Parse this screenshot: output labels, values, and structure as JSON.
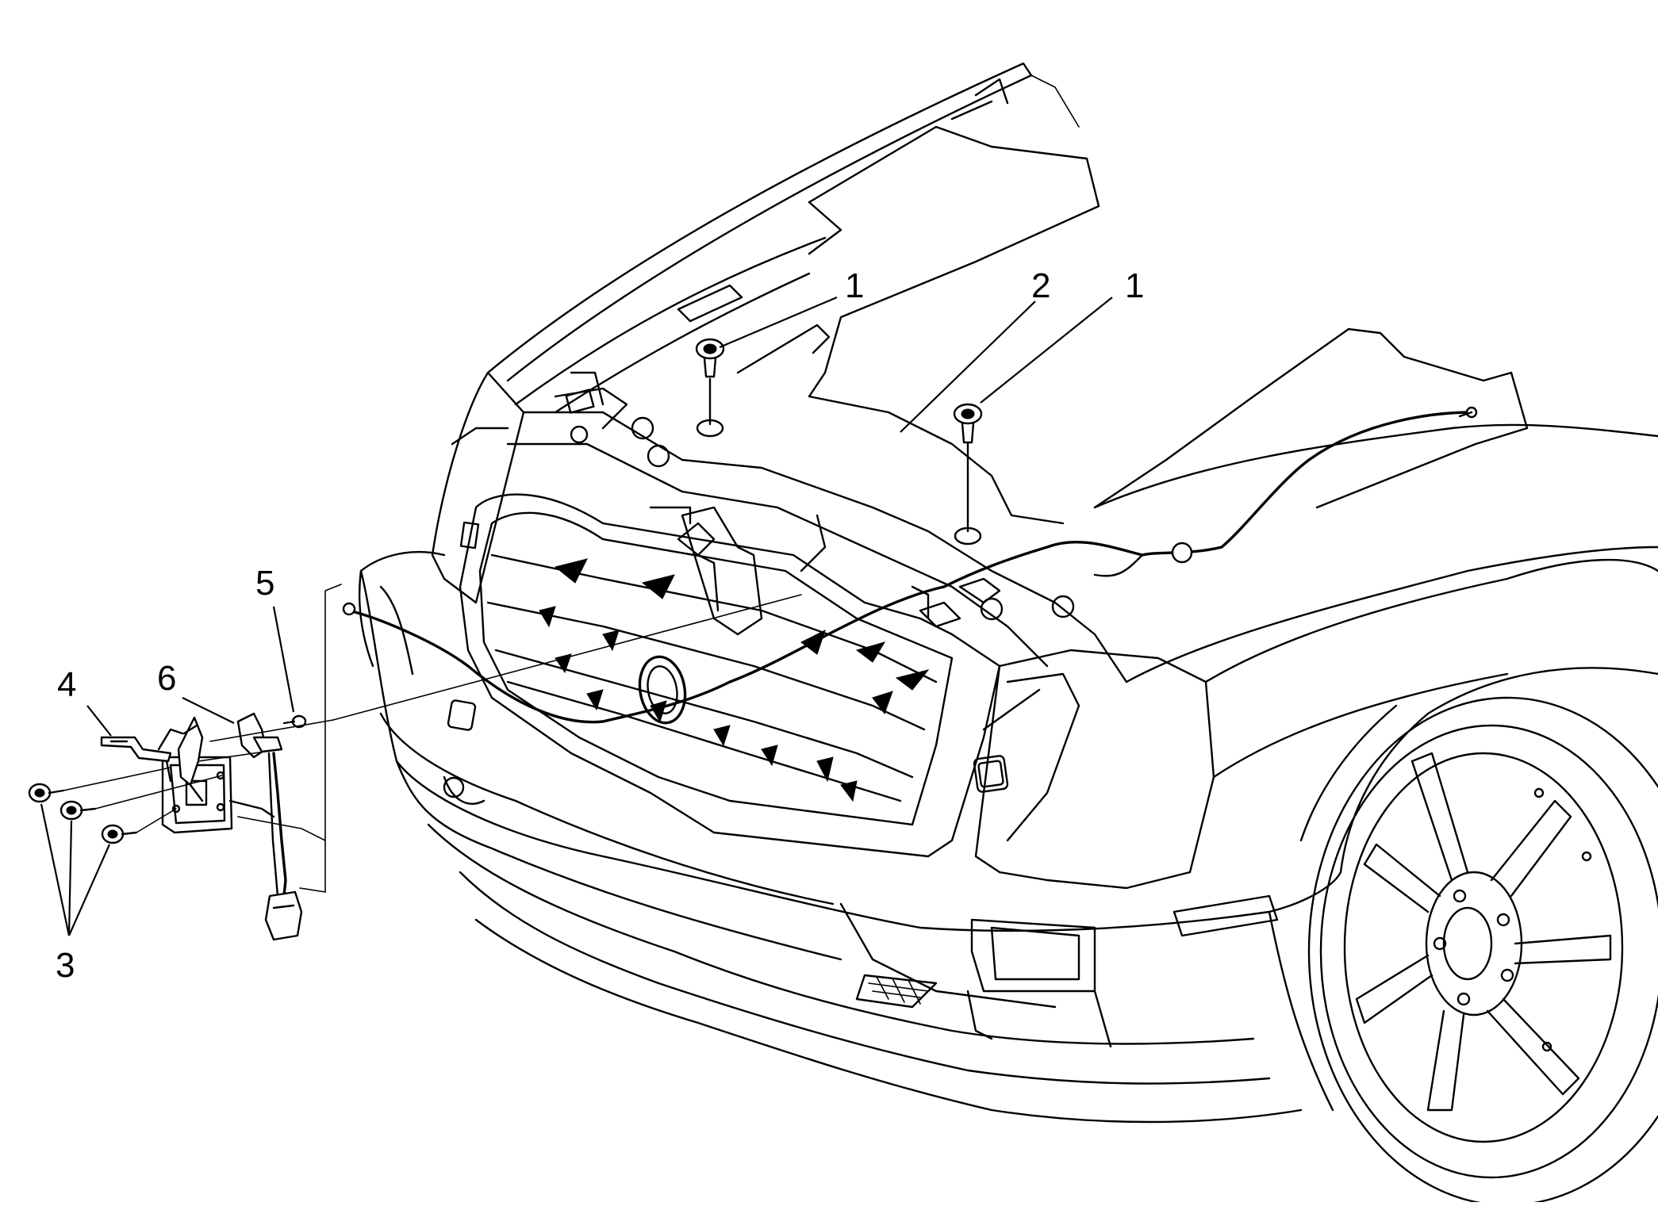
{
  "callouts": [
    {
      "id": "c1a",
      "label": "1"
    },
    {
      "id": "c2",
      "label": "2"
    },
    {
      "id": "c1b",
      "label": "1"
    },
    {
      "id": "c5",
      "label": "5"
    },
    {
      "id": "c4",
      "label": "4"
    },
    {
      "id": "c6",
      "label": "6"
    },
    {
      "id": "c3",
      "label": "3"
    }
  ]
}
